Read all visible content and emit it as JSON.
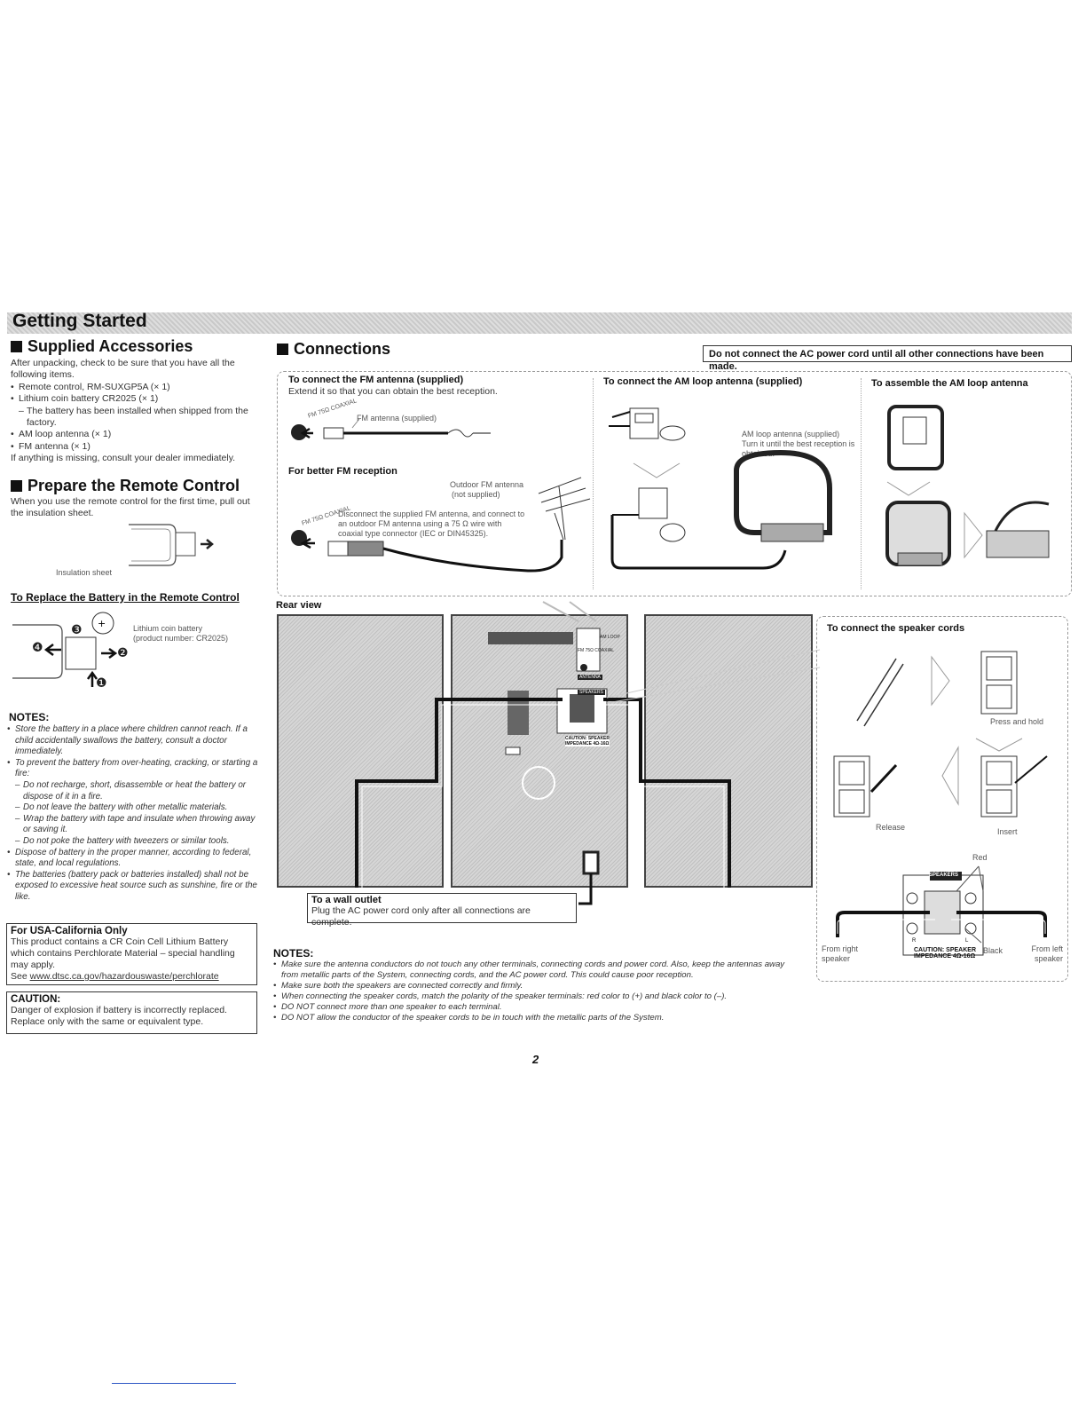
{
  "page_title": "Getting Started",
  "supplied_accessories": {
    "heading": "Supplied Accessories",
    "intro": "After unpacking, check to be sure that you have all the following items.",
    "items": [
      "Remote control, RM-SUXGP5A (× 1)",
      "Lithium coin battery CR2025 (× 1)"
    ],
    "battery_note": "The battery has been installed when shipped from the factory.",
    "items2": [
      "AM loop antenna (× 1)",
      "FM antenna (× 1)"
    ],
    "missing_note": "If anything is missing, consult your dealer immediately."
  },
  "prepare_remote": {
    "heading": "Prepare the Remote Control",
    "text": "When you use the remote control for the first time, pull out the insulation sheet.",
    "insulation_label": "Insulation sheet"
  },
  "replace_battery": {
    "heading": "To Replace the Battery in the Remote Control",
    "battery_label": "Lithium coin battery",
    "battery_number": "(product number: CR2025)",
    "step1": "❶",
    "step2": "❷",
    "step3": "❸",
    "step4": "❹"
  },
  "notes_left": {
    "heading": "NOTES:",
    "items": [
      {
        "text": "Store the battery in a place where children cannot reach. If a child accidentally swallows the battery, consult a doctor immediately.",
        "level": 0
      },
      {
        "text": "To prevent the battery from over-heating, cracking, or starting a fire:",
        "level": 0
      },
      {
        "text": "Do not recharge, short, disassemble or heat the battery or dispose of it in a fire.",
        "level": 1
      },
      {
        "text": "Do not leave the battery with other metallic materials.",
        "level": 1
      },
      {
        "text": "Wrap the battery with tape and insulate when throwing away or saving it.",
        "level": 1
      },
      {
        "text": "Do not poke the battery with tweezers or similar tools.",
        "level": 1
      },
      {
        "text": "Dispose of battery in the proper manner, according to federal, state, and local regulations.",
        "level": 0
      },
      {
        "text": "The batteries (battery pack or batteries installed) shall not be exposed to excessive heat source such as sunshine, fire or the like.",
        "level": 0
      }
    ]
  },
  "california": {
    "heading": "For USA-California Only",
    "text": "This product contains a CR Coin Cell Lithium Battery which contains Perchlorate Material – special handling may apply.",
    "see": "See",
    "link": "www.dtsc.ca.gov/hazardouswaste/perchlorate"
  },
  "caution": {
    "heading": "CAUTION:",
    "text": "Danger of explosion if battery is incorrectly replaced. Replace only with the same or equivalent type."
  },
  "connections": {
    "heading": "Connections",
    "warning": "Do not connect the AC power cord until all other connections have been made.",
    "fm": {
      "heading": "To connect the FM antenna (supplied)",
      "text": "Extend it so that you can obtain the best reception.",
      "fm_label": "FM antenna (supplied)",
      "jack_label": "FM 75Ω COAXIAL",
      "better_heading": "For better FM reception",
      "outdoor_label": "Outdoor FM antenna",
      "outdoor_sub": "(not supplied)",
      "better_text": "Disconnect the supplied FM antenna, and connect to an outdoor FM antenna using a 75 Ω wire with coaxial type connector (IEC or DIN45325)."
    },
    "am": {
      "heading": "To connect the AM loop antenna (supplied)",
      "label": "AM loop antenna (supplied)",
      "text": "Turn it until the best reception is obtained."
    },
    "am_assemble": {
      "heading": "To assemble the AM loop antenna"
    },
    "rear_view": "Rear view",
    "antenna_label": "ANTENNA",
    "speakers_label": "SPEAKERS",
    "rear_caution": "CAUTION: SPEAKER",
    "rear_impedance": "IMPEDANCE 4Ω-16Ω",
    "rear_fm": "FM 75Ω COAXIAL",
    "rear_am": "AM LOOP",
    "wall": {
      "heading": "To a wall outlet",
      "text": "Plug the AC power cord only after all connections are complete."
    },
    "speakers": {
      "heading": "To connect the speaker cords",
      "press_hold": "Press and hold",
      "release": "Release",
      "insert": "Insert",
      "red": "Red",
      "black": "Black",
      "speakers_label": "SPEAKERS",
      "caution": "CAUTION: SPEAKER",
      "impedance": "IMPEDANCE 4Ω-16Ω",
      "from_right": "From right speaker",
      "from_left": "From left speaker",
      "r": "R",
      "l": "L"
    },
    "notes": {
      "heading": "NOTES:",
      "items": [
        "Make sure the antenna conductors do not touch any other terminals, connecting cords and power cord. Also, keep the antennas away from metallic parts of the System, connecting cords, and the AC power cord. This could cause poor reception.",
        "Make sure both the speakers are connected correctly and firmly.",
        "When connecting the speaker cords, match the polarity of the speaker terminals: red color to (+) and black color to (–).",
        "DO NOT connect more than one speaker to each terminal.",
        "DO NOT allow the conductor of the speaker cords to be in touch with the metallic parts of the System."
      ]
    }
  },
  "page_number": "2"
}
